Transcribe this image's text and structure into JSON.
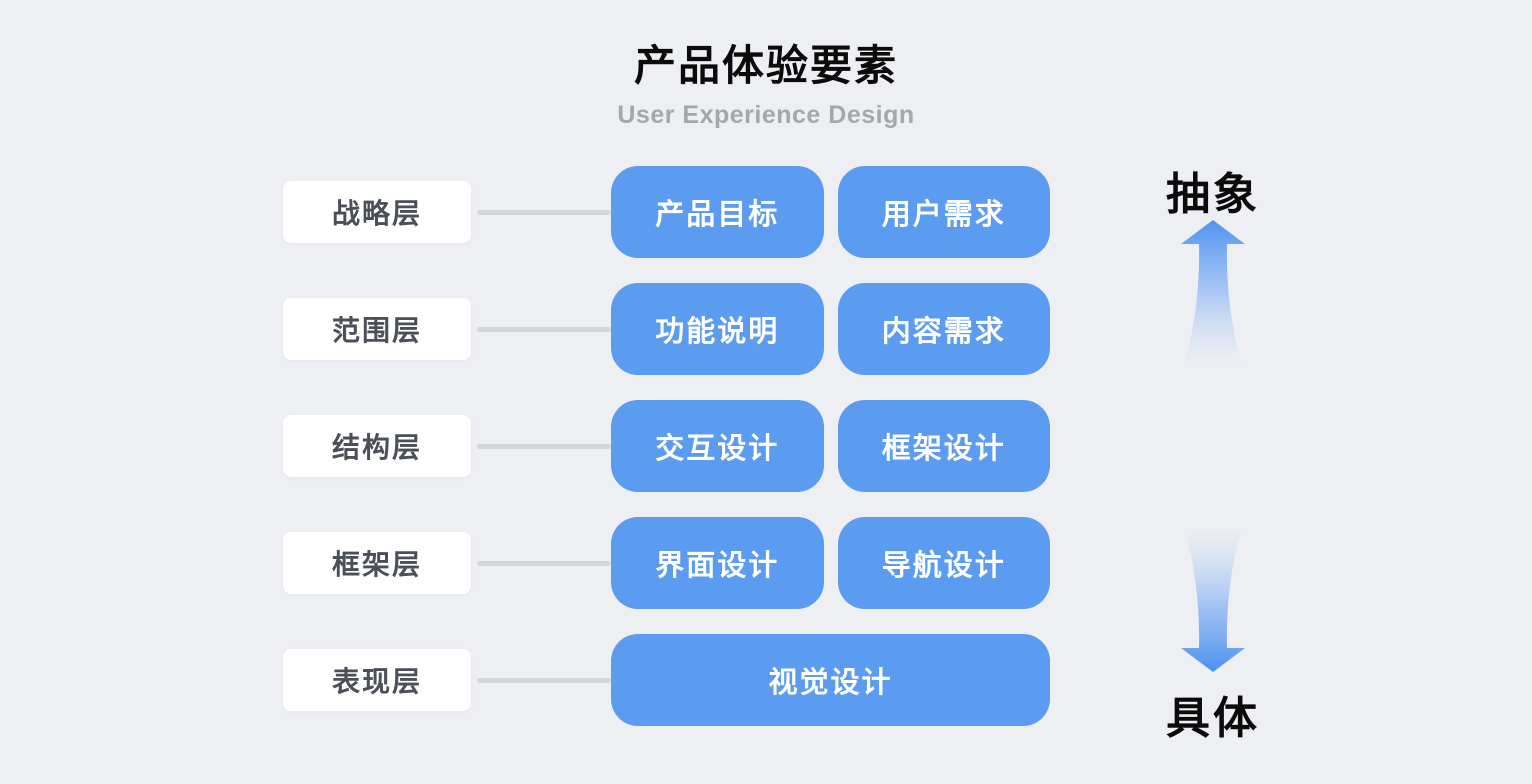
{
  "header": {
    "title": "产品体验要素",
    "subtitle": "User Experience Design"
  },
  "rows": [
    {
      "label": "战略层",
      "items": [
        "产品目标",
        "用户需求"
      ]
    },
    {
      "label": "范围层",
      "items": [
        "功能说明",
        "内容需求"
      ]
    },
    {
      "label": "结构层",
      "items": [
        "交互设计",
        "框架设计"
      ]
    },
    {
      "label": "框架层",
      "items": [
        "界面设计",
        "导航设计"
      ]
    },
    {
      "label": "表现层",
      "items": [
        "视觉设计"
      ]
    }
  ],
  "axis": {
    "top_label": "抽象",
    "bottom_label": "具体"
  },
  "colors": {
    "background": "#edeff3",
    "card_blue": "#5b9bf0",
    "card_text": "#ffffff",
    "label_box": "#ffffff",
    "label_text": "#4b5058",
    "connector": "#d4d6da",
    "title_text": "#0b0b0c",
    "subtitle_text": "#a4a7ac",
    "arrow_blue": "#4f93f0"
  }
}
